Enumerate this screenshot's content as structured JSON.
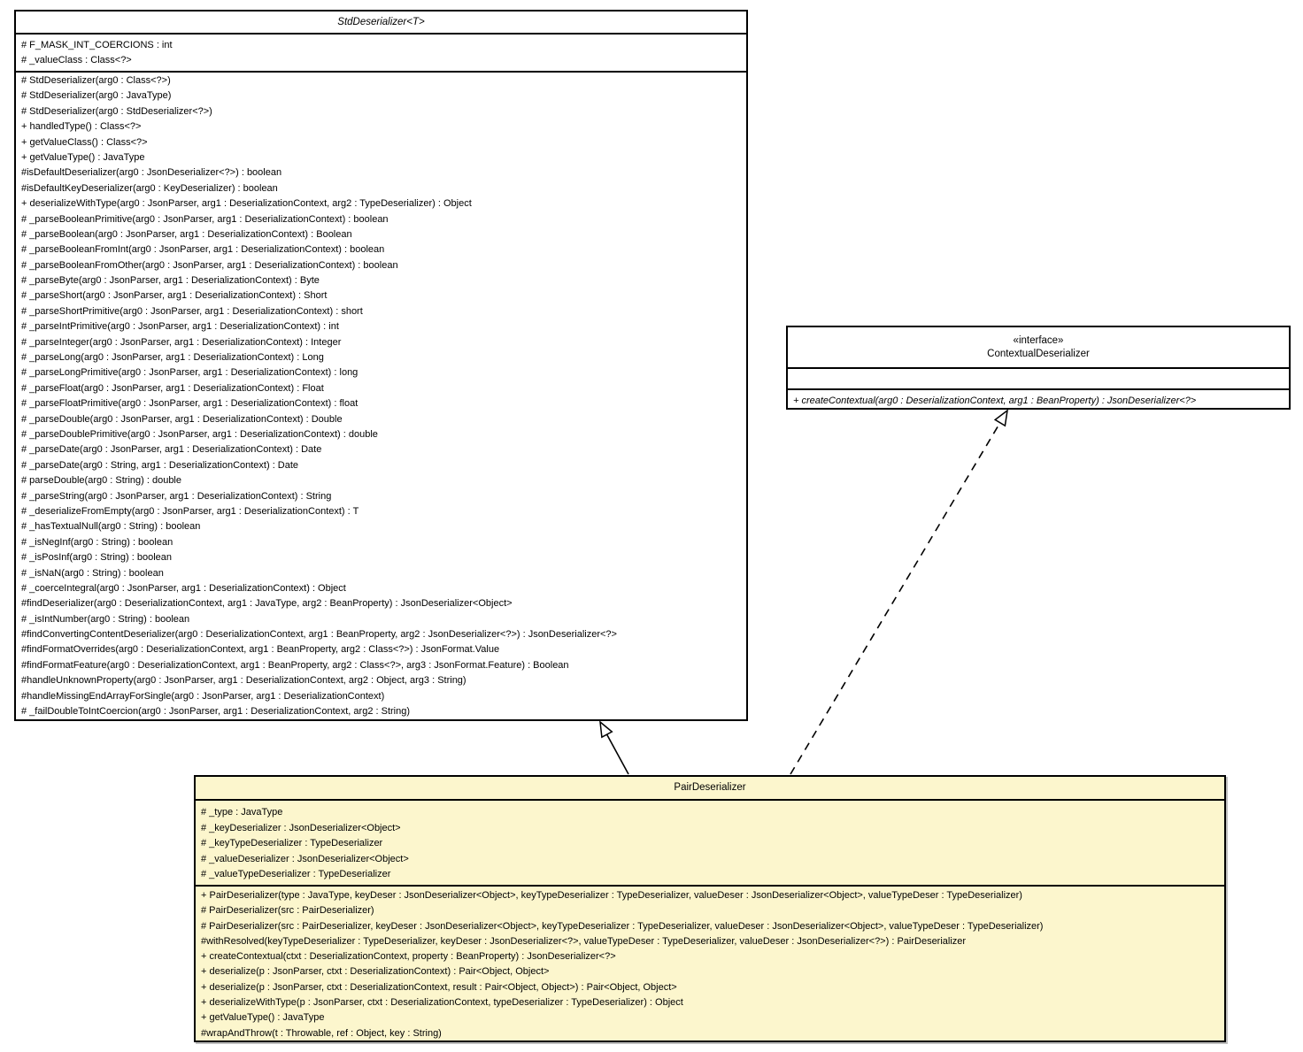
{
  "diagram": {
    "kind": "uml-class-diagram",
    "accent_fill_color": "#fcf6cd",
    "box_background_color": "#ffffff",
    "line_color": "#000000",
    "std_deserializer": {
      "title": "StdDeserializer<T>",
      "fields": [
        "# F_MASK_INT_COERCIONS : int",
        "# _valueClass : Class<?>"
      ],
      "methods": [
        "# StdDeserializer(arg0 : Class<?>)",
        "# StdDeserializer(arg0 : JavaType)",
        "# StdDeserializer(arg0 : StdDeserializer<?>)",
        "+ handledType() : Class<?>",
        "+ getValueClass() : Class<?>",
        "+ getValueType() : JavaType",
        "#isDefaultDeserializer(arg0 : JsonDeserializer<?>) : boolean",
        "#isDefaultKeyDeserializer(arg0 : KeyDeserializer) : boolean",
        "+ deserializeWithType(arg0 : JsonParser, arg1 : DeserializationContext, arg2 : TypeDeserializer) : Object",
        "# _parseBooleanPrimitive(arg0 : JsonParser, arg1 : DeserializationContext) : boolean",
        "# _parseBoolean(arg0 : JsonParser, arg1 : DeserializationContext) : Boolean",
        "# _parseBooleanFromInt(arg0 : JsonParser, arg1 : DeserializationContext) : boolean",
        "# _parseBooleanFromOther(arg0 : JsonParser, arg1 : DeserializationContext) : boolean",
        "# _parseByte(arg0 : JsonParser, arg1 : DeserializationContext) : Byte",
        "# _parseShort(arg0 : JsonParser, arg1 : DeserializationContext) : Short",
        "# _parseShortPrimitive(arg0 : JsonParser, arg1 : DeserializationContext) : short",
        "# _parseIntPrimitive(arg0 : JsonParser, arg1 : DeserializationContext) : int",
        "# _parseInteger(arg0 : JsonParser, arg1 : DeserializationContext) : Integer",
        "# _parseLong(arg0 : JsonParser, arg1 : DeserializationContext) : Long",
        "# _parseLongPrimitive(arg0 : JsonParser, arg1 : DeserializationContext) : long",
        "# _parseFloat(arg0 : JsonParser, arg1 : DeserializationContext) : Float",
        "# _parseFloatPrimitive(arg0 : JsonParser, arg1 : DeserializationContext) : float",
        "# _parseDouble(arg0 : JsonParser, arg1 : DeserializationContext) : Double",
        "# _parseDoublePrimitive(arg0 : JsonParser, arg1 : DeserializationContext) : double",
        "# _parseDate(arg0 : JsonParser, arg1 : DeserializationContext) : Date",
        "# _parseDate(arg0 : String, arg1 : DeserializationContext) : Date",
        "# parseDouble(arg0 : String) : double",
        "# _parseString(arg0 : JsonParser, arg1 : DeserializationContext) : String",
        "# _deserializeFromEmpty(arg0 : JsonParser, arg1 : DeserializationContext) : T",
        "# _hasTextualNull(arg0 : String) : boolean",
        "# _isNegInf(arg0 : String) : boolean",
        "# _isPosInf(arg0 : String) : boolean",
        "# _isNaN(arg0 : String) : boolean",
        "# _coerceIntegral(arg0 : JsonParser, arg1 : DeserializationContext) : Object",
        "#findDeserializer(arg0 : DeserializationContext, arg1 : JavaType, arg2 : BeanProperty) : JsonDeserializer<Object>",
        "# _isIntNumber(arg0 : String) : boolean",
        "#findConvertingContentDeserializer(arg0 : DeserializationContext, arg1 : BeanProperty, arg2 : JsonDeserializer<?>) : JsonDeserializer<?>",
        "#findFormatOverrides(arg0 : DeserializationContext, arg1 : BeanProperty, arg2 : Class<?>) : JsonFormat.Value",
        "#findFormatFeature(arg0 : DeserializationContext, arg1 : BeanProperty, arg2 : Class<?>, arg3 : JsonFormat.Feature) : Boolean",
        "#handleUnknownProperty(arg0 : JsonParser, arg1 : DeserializationContext, arg2 : Object, arg3 : String)",
        "#handleMissingEndArrayForSingle(arg0 : JsonParser, arg1 : DeserializationContext)",
        "# _failDoubleToIntCoercion(arg0 : JsonParser, arg1 : DeserializationContext, arg2 : String)"
      ]
    },
    "contextual_deserializer": {
      "stereotype": "«interface»",
      "title": "ContextualDeserializer",
      "fields": [],
      "methods": [
        "+ createContextual(arg0 : DeserializationContext, arg1 : BeanProperty) : JsonDeserializer<?>"
      ]
    },
    "pair_deserializer": {
      "title": "PairDeserializer",
      "fields": [
        "# _type : JavaType",
        "# _keyDeserializer : JsonDeserializer<Object>",
        "# _keyTypeDeserializer : TypeDeserializer",
        "# _valueDeserializer : JsonDeserializer<Object>",
        "# _valueTypeDeserializer : TypeDeserializer"
      ],
      "methods": [
        "+ PairDeserializer(type : JavaType, keyDeser : JsonDeserializer<Object>, keyTypeDeserializer : TypeDeserializer, valueDeser : JsonDeserializer<Object>, valueTypeDeser : TypeDeserializer)",
        "# PairDeserializer(src : PairDeserializer)",
        "# PairDeserializer(src : PairDeserializer, keyDeser : JsonDeserializer<Object>, keyTypeDeserializer : TypeDeserializer, valueDeser : JsonDeserializer<Object>, valueTypeDeser : TypeDeserializer)",
        "#withResolved(keyTypeDeserializer : TypeDeserializer, keyDeser : JsonDeserializer<?>, valueTypeDeser : TypeDeserializer, valueDeser : JsonDeserializer<?>) : PairDeserializer",
        "+ createContextual(ctxt : DeserializationContext, property : BeanProperty) : JsonDeserializer<?>",
        "+ deserialize(p : JsonParser, ctxt : DeserializationContext) : Pair<Object, Object>",
        "+ deserialize(p : JsonParser, ctxt : DeserializationContext, result : Pair<Object, Object>) : Pair<Object, Object>",
        "+ deserializeWithType(p : JsonParser, ctxt : DeserializationContext, typeDeserializer : TypeDeserializer) : Object",
        "+ getValueType() : JavaType",
        "#wrapAndThrow(t : Throwable, ref : Object, key : String)"
      ]
    },
    "relations": [
      {
        "type": "generalization",
        "from": "PairDeserializer",
        "to": "StdDeserializer<T>",
        "line_style": "solid"
      },
      {
        "type": "realization",
        "from": "PairDeserializer",
        "to": "ContextualDeserializer",
        "line_style": "dashed"
      }
    ]
  }
}
